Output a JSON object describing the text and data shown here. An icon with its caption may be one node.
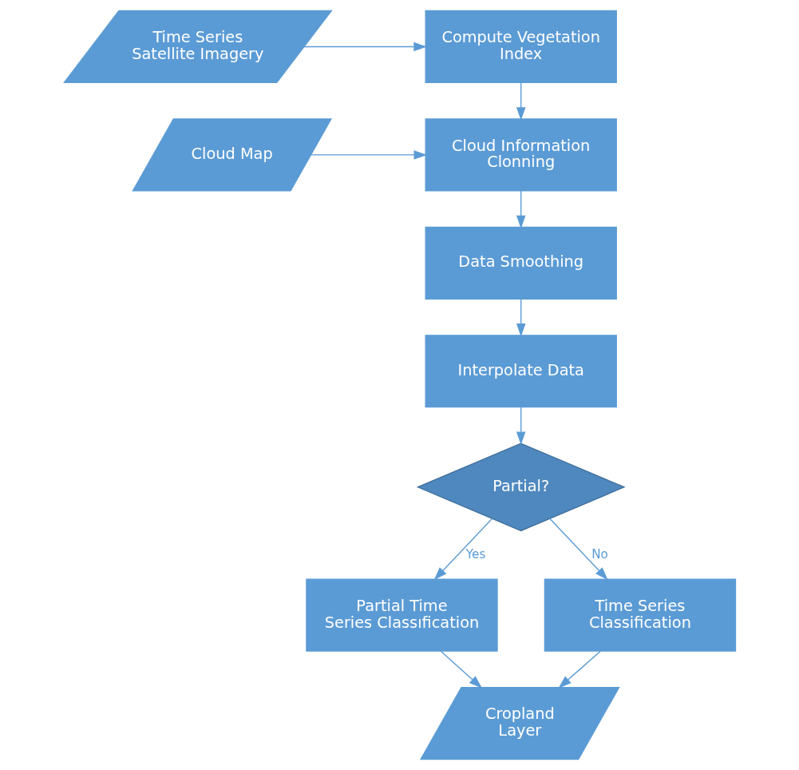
{
  "diagram": {
    "nodes": [
      {
        "text": [
          "Time Series Satellite Imagery"
        ]
      },
      {
        "text": [
          "Compute Vegetation Index"
        ]
      },
      {
        "text": [
          "Cloud Map"
        ]
      },
      {
        "text": [
          "Cloud Information Clonning"
        ]
      },
      {
        "text": [
          "Data Smoothing"
        ]
      },
      {
        "text": [
          "Interpolate Data"
        ]
      },
      {
        "text": [
          "Partial?"
        ]
      },
      {
        "text": [
          "Partial Time Series Classıfication"
        ]
      },
      {
        "text": [
          "Time Series Classification"
        ]
      },
      {
        "text": [
          "Cropland Layer"
        ]
      }
    ],
    "edges": [
      {
        "from": 0,
        "to": 1,
        "arrow": "to"
      },
      {
        "from": 1,
        "to": 3,
        "arrow": "to"
      },
      {
        "from": 2,
        "to": 3,
        "arrow": "to"
      },
      {
        "from": 3,
        "to": 4,
        "arrow": "to"
      },
      {
        "from": 4,
        "to": 5,
        "arrow": "to"
      },
      {
        "from": 5,
        "to": 6,
        "arrow": "to"
      },
      {
        "from": 6,
        "to": 7,
        "label": "Yes",
        "arrow": "to"
      },
      {
        "from": 6,
        "to": 8,
        "label": "No",
        "arrow": "to"
      },
      {
        "from": 7,
        "to": 9,
        "arrow": "to"
      },
      {
        "from": 8,
        "to": 9,
        "arrow": "to"
      }
    ]
  }
}
